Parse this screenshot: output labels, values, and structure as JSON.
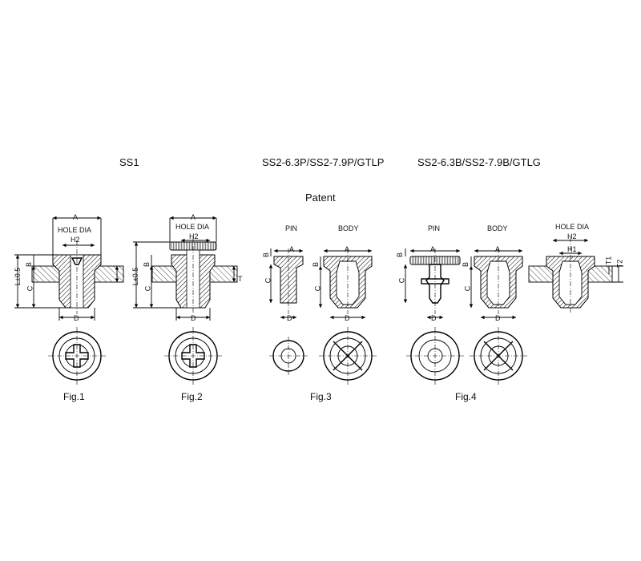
{
  "headings": {
    "ss1": "SS1",
    "ssp": "SS2-6.3P/SS2-7.9P/GTLP",
    "ssb": "SS2-6.3B/SS2-7.9B/GTLG",
    "patent": "Patent"
  },
  "labels": {
    "pin": "PIN",
    "body": "BODY",
    "hole_dia": "HOLE DIA",
    "h1": "H1",
    "h2": "H2",
    "a": "A",
    "b": "B",
    "c": "C",
    "d": "D",
    "t": "T",
    "t1": "T1",
    "t2": "T2",
    "l": "L±0.5"
  },
  "captions": {
    "fig1": "Fig.1",
    "fig2": "Fig.2",
    "fig3": "Fig.3",
    "fig4": "Fig.4"
  }
}
